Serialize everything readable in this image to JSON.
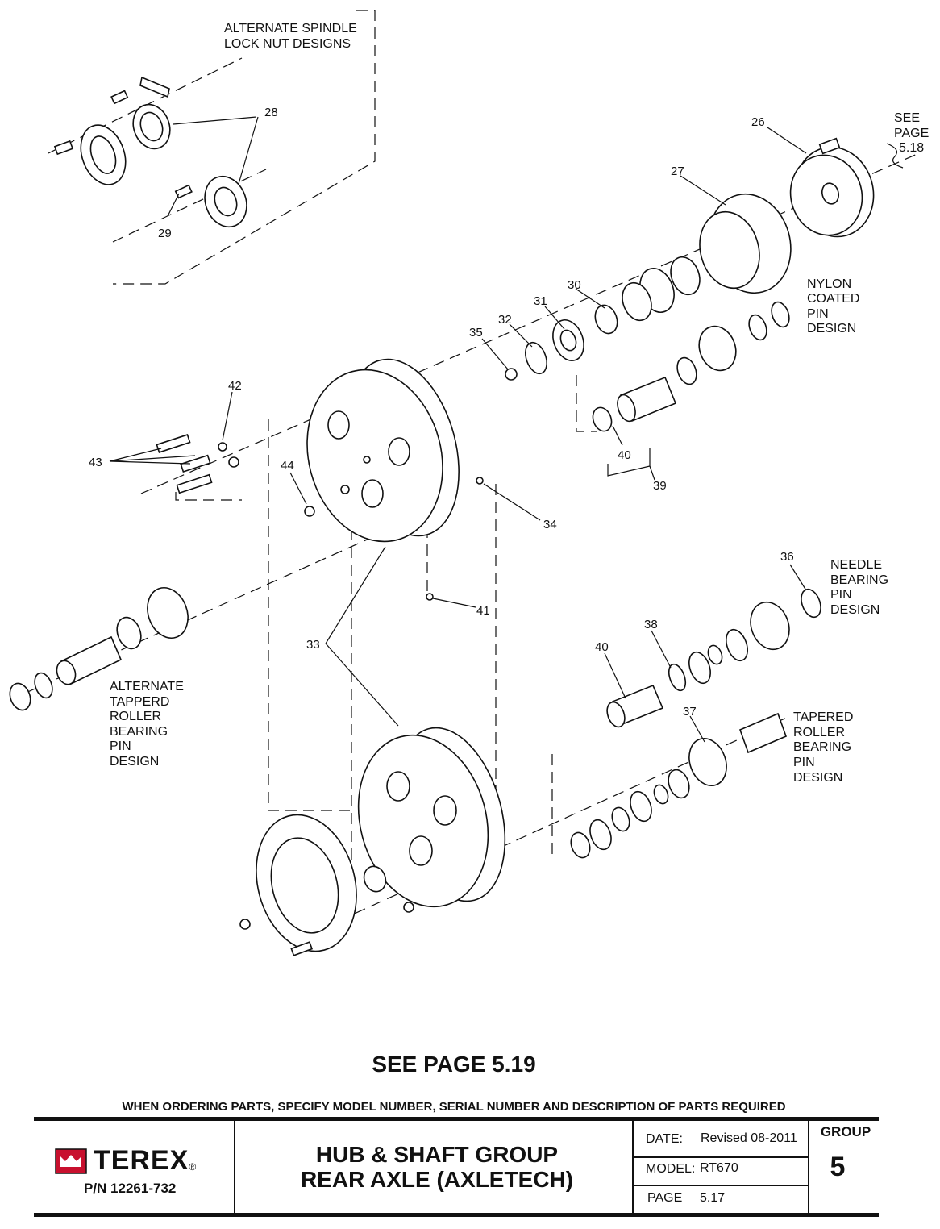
{
  "callouts": {
    "c26": "26",
    "c27": "27",
    "c28": "28",
    "c29": "29",
    "c30": "30",
    "c31": "31",
    "c32": "32",
    "c33": "33",
    "c34": "34",
    "c35": "35",
    "c36": "36",
    "c37": "37",
    "c38": "38",
    "c39": "39",
    "c40a": "40",
    "c40b": "40",
    "c41": "41",
    "c42": "42",
    "c43": "43",
    "c44": "44"
  },
  "notes": {
    "alt_spindle": [
      "ALTERNATE SPINDLE",
      "LOCK NUT DESIGNS"
    ],
    "see_page_518": [
      "SEE",
      "PAGE",
      "5.18"
    ],
    "nylon": [
      "NYLON",
      "COATED",
      "PIN",
      "DESIGN"
    ],
    "needle": [
      "NEEDLE",
      "BEARING",
      "PIN",
      "DESIGN"
    ],
    "alt_tapered": [
      "ALTERNATE",
      "TAPPERD",
      "ROLLER",
      "BEARING",
      "PIN",
      "DESIGN"
    ],
    "tapered": [
      "TAPERED",
      "ROLLER",
      "BEARING",
      "PIN",
      "DESIGN"
    ]
  },
  "see_page": "SEE PAGE 5.19",
  "ordering_note": "WHEN ORDERING PARTS, SPECIFY MODEL NUMBER, SERIAL NUMBER AND DESCRIPTION OF PARTS REQUIRED",
  "title_block": {
    "brand": "TEREX",
    "brand_mark": "®",
    "part_number": "P/N 12261-732",
    "title_line1": "HUB & SHAFT GROUP",
    "title_line2": "REAR AXLE (AXLETECH)",
    "date_label": "DATE:",
    "date_value": "Revised 08-2011",
    "model_label": "MODEL:",
    "model_value": "RT670",
    "page_label": "PAGE",
    "page_value": "5.17",
    "group_label": "GROUP",
    "group_value": "5"
  },
  "colors": {
    "ink": "#111111",
    "logo_red": "#c8102e"
  }
}
